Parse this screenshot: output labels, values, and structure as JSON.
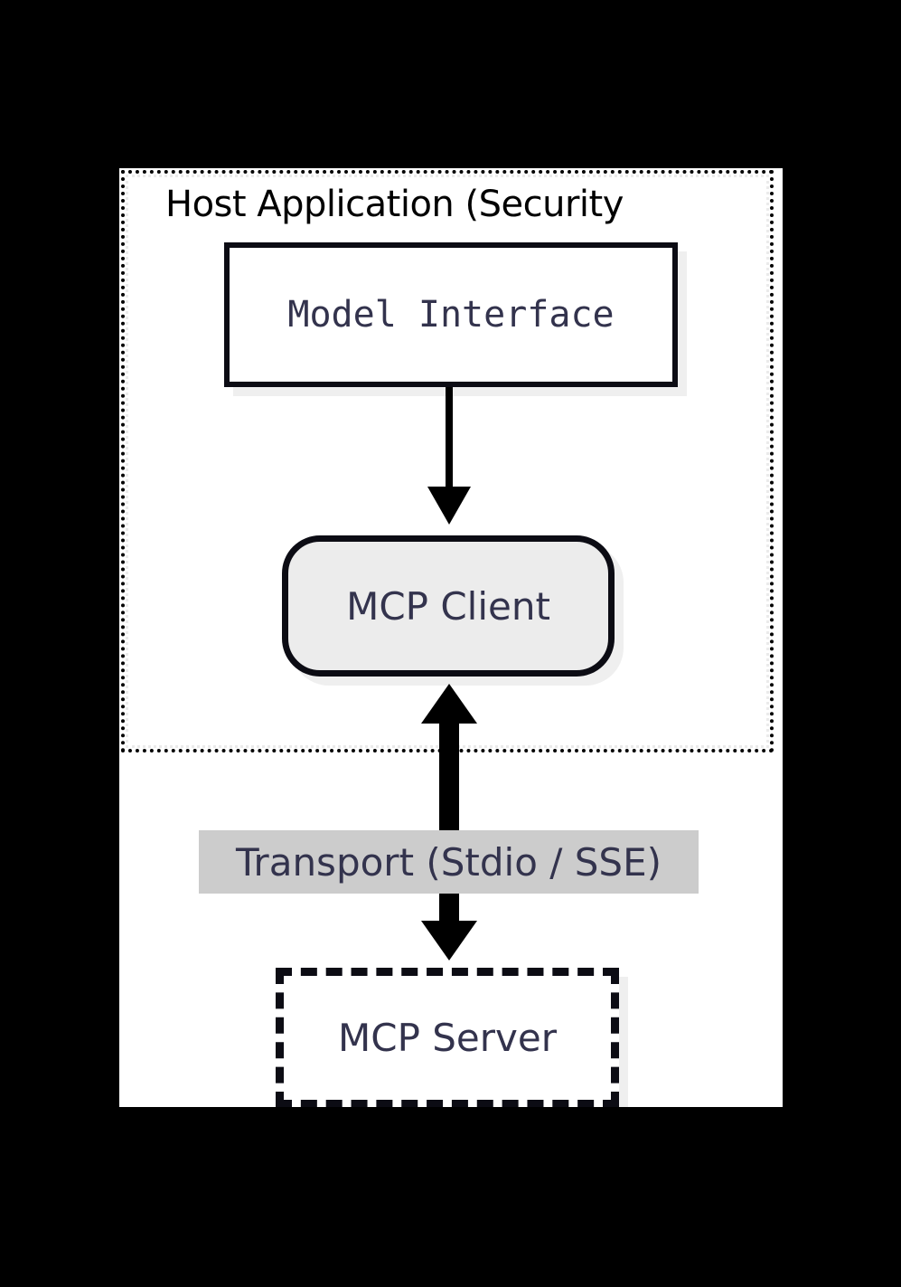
{
  "diagram": {
    "type": "flowchart",
    "direction": "top-down",
    "background_color": "#000000",
    "canvas_color": "#ffffff",
    "node_text_color": "#33334d",
    "border_color": "#0c0c14",
    "containers": [
      {
        "id": "host-application",
        "label": "Host Application (Security",
        "label_color": "#000000",
        "border_style": "dotted",
        "contains": [
          "model-interface",
          "mcp-client"
        ]
      }
    ],
    "nodes": [
      {
        "id": "model-interface",
        "label": "Model Interface",
        "shape": "rectangle",
        "fill": "#ffffff",
        "border_style": "solid"
      },
      {
        "id": "mcp-client",
        "label": "MCP Client",
        "shape": "rounded-rectangle",
        "fill": "#ececec",
        "border_style": "solid"
      },
      {
        "id": "mcp-server",
        "label": "MCP Server",
        "shape": "rectangle",
        "fill": "#ffffff",
        "border_style": "dashed"
      }
    ],
    "edges": [
      {
        "id": "model-to-client",
        "from": "model-interface",
        "to": "mcp-client",
        "arrow": "single",
        "label": ""
      },
      {
        "id": "client-to-server",
        "from": "mcp-client",
        "to": "mcp-server",
        "arrow": "double",
        "label": "Transport (Stdio / SSE)",
        "label_background": "#cccccc"
      }
    ]
  }
}
